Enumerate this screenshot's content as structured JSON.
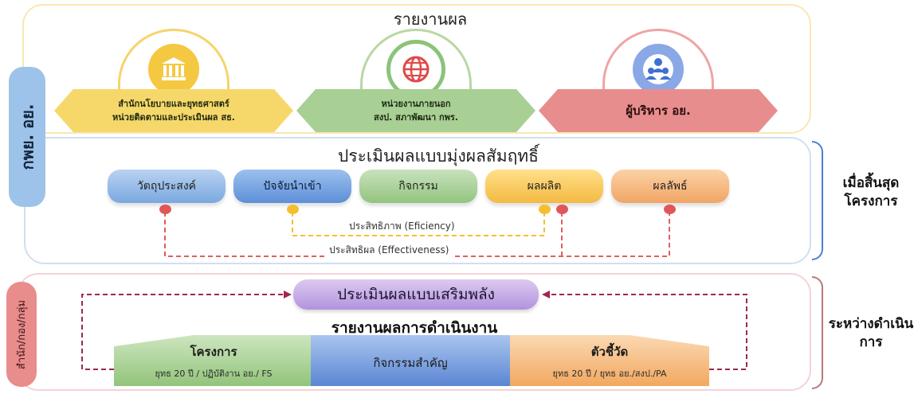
{
  "report": {
    "title": "รายงานผล",
    "recipients": [
      {
        "line1": "สำนักนโยบายและยุทธศาสตร์",
        "line2": "หน่วยติดตามและประเมินผล สธ.",
        "icon": "bank-icon",
        "color": "#f6d86a"
      },
      {
        "line1": "หน่วยงานภายนอก",
        "line2": "สงป. สภาพัฒนา กพร.",
        "icon": "globe-icon",
        "color": "#a8cf94"
      },
      {
        "line1": "ผู้บริหาร อย.",
        "line2": "",
        "icon": "people-icon",
        "color": "#e88d8d"
      }
    ]
  },
  "org_label": "กพย. อย.",
  "outcome": {
    "title": "ประเมินผลแบบมุ่งผลสัมฤทธิ์",
    "stages": [
      "วัตถุประสงค์",
      "ปัจจัยนำเข้า",
      "กิจกรรม",
      "ผลผลิต",
      "ผลลัพธ์"
    ],
    "efficiency_label": "ประสิทธิภาพ (Eficiency)",
    "effectiveness_label": "ประสิทธิผล (Effectiveness)"
  },
  "phase_end_label": "เมื่อสิ้นสุดโครงการ",
  "unit_label": "สำนัก/กอง/กลุ่ม",
  "during": {
    "empowerment": "ประเมินผลแบบเสริมพลัง",
    "ops_report": "รายงานผลการดำเนินงาน",
    "project": {
      "title": "โครงการ",
      "sub": "ยุทธ 20 ปี / ปฏิบัติงาน อย./ FS"
    },
    "activity": {
      "title": "กิจกรรมสำคัญ"
    },
    "indicator": {
      "title": "ตัวชี้วัด",
      "sub": "ยุทธ 20 ปี / ยุทธ อย./สงป./PA"
    }
  },
  "phase_during_label": "ระหว่างดำเนินการ",
  "colors": {
    "red_dash": "#e06060",
    "yellow_dash": "#f4bf2e",
    "purple_dash": "#a0284a"
  }
}
